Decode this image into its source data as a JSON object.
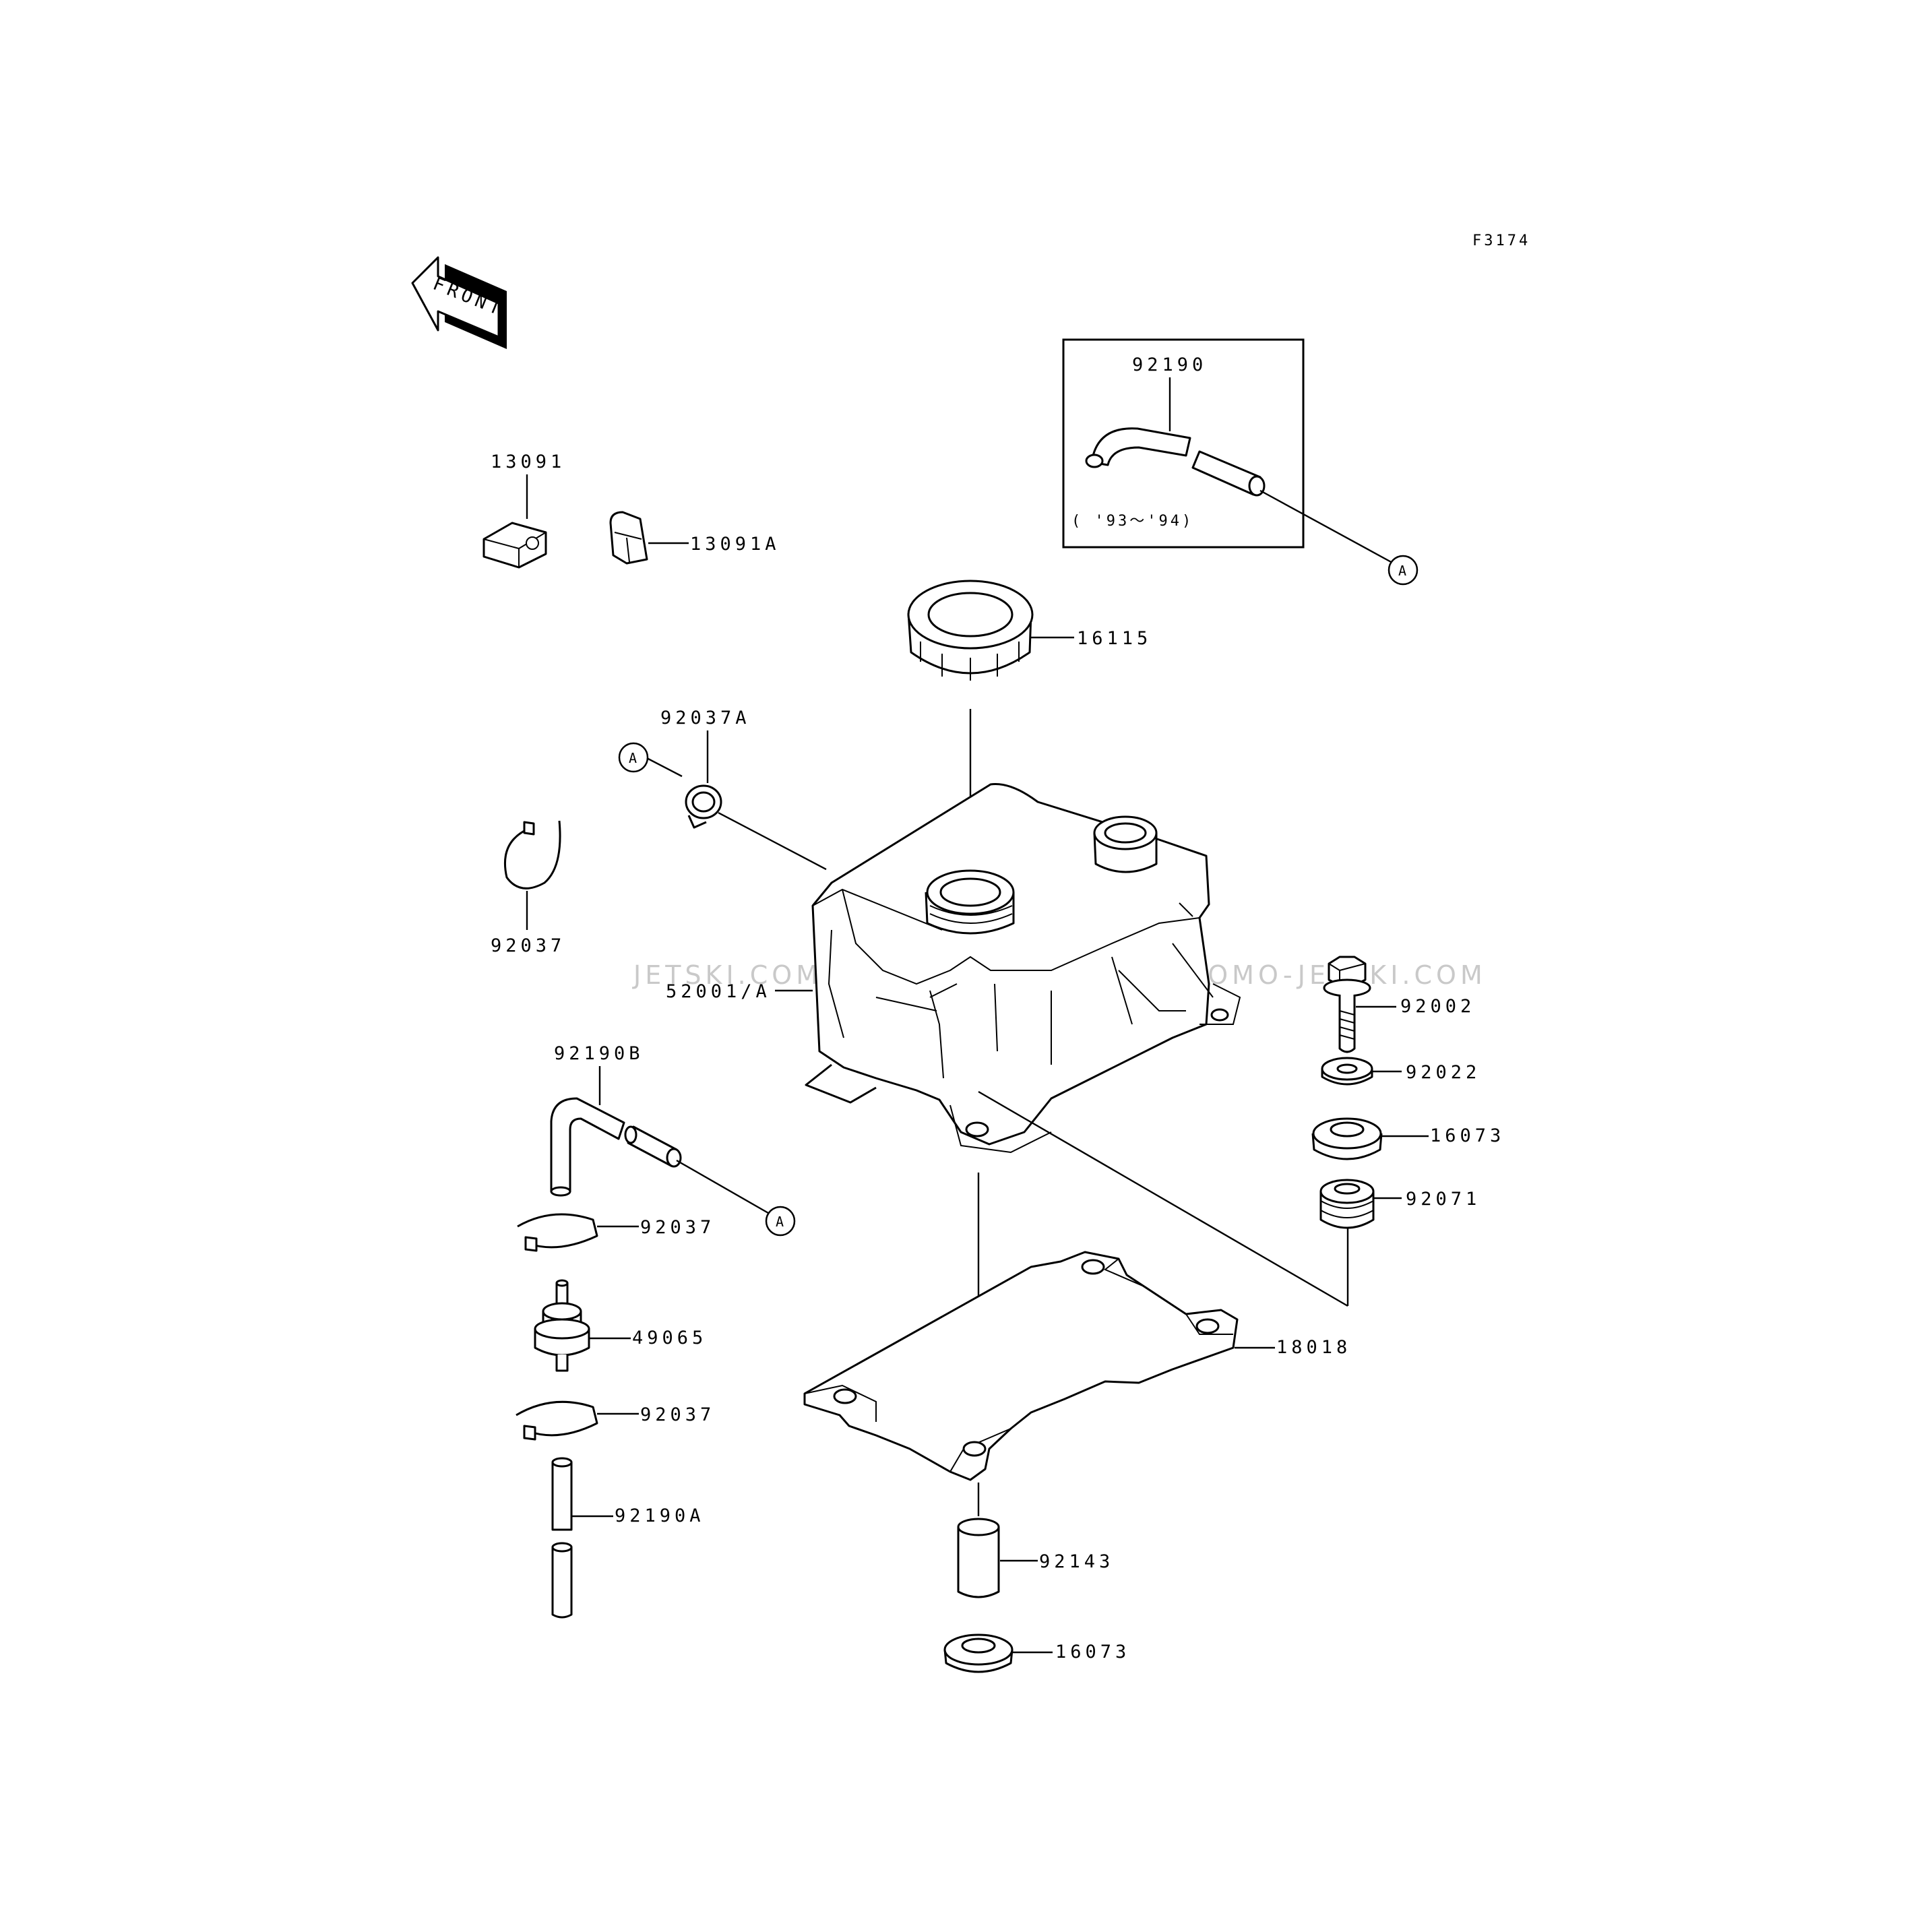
{
  "figure_ref": "F3174",
  "front_arrow": {
    "label": "FRONT",
    "icon": "front-direction-arrow-icon"
  },
  "inset": {
    "part_number": "92190",
    "note": "( '93～'94)"
  },
  "callouts": {
    "a": "A",
    "b": "A",
    "c": "A"
  },
  "parts": {
    "p13091": "13091",
    "p13091a": "13091A",
    "p16115": "16115",
    "p92037a": "92037A",
    "p92037_top": "92037",
    "p52001": "52001/A",
    "p92002": "92002",
    "p92022": "92022",
    "p16073_right": "16073",
    "p92071": "92071",
    "p92190b": "92190B",
    "p92037_mid": "92037",
    "p49065": "49065",
    "p92037_low": "92037",
    "p92190a": "92190A",
    "p18018": "18018",
    "p92143": "92143",
    "p16073_bottom": "16073"
  },
  "watermark": "JETSKI.COM  PROMO-JETSKI.COM  PROMO-JETSKI.COM"
}
